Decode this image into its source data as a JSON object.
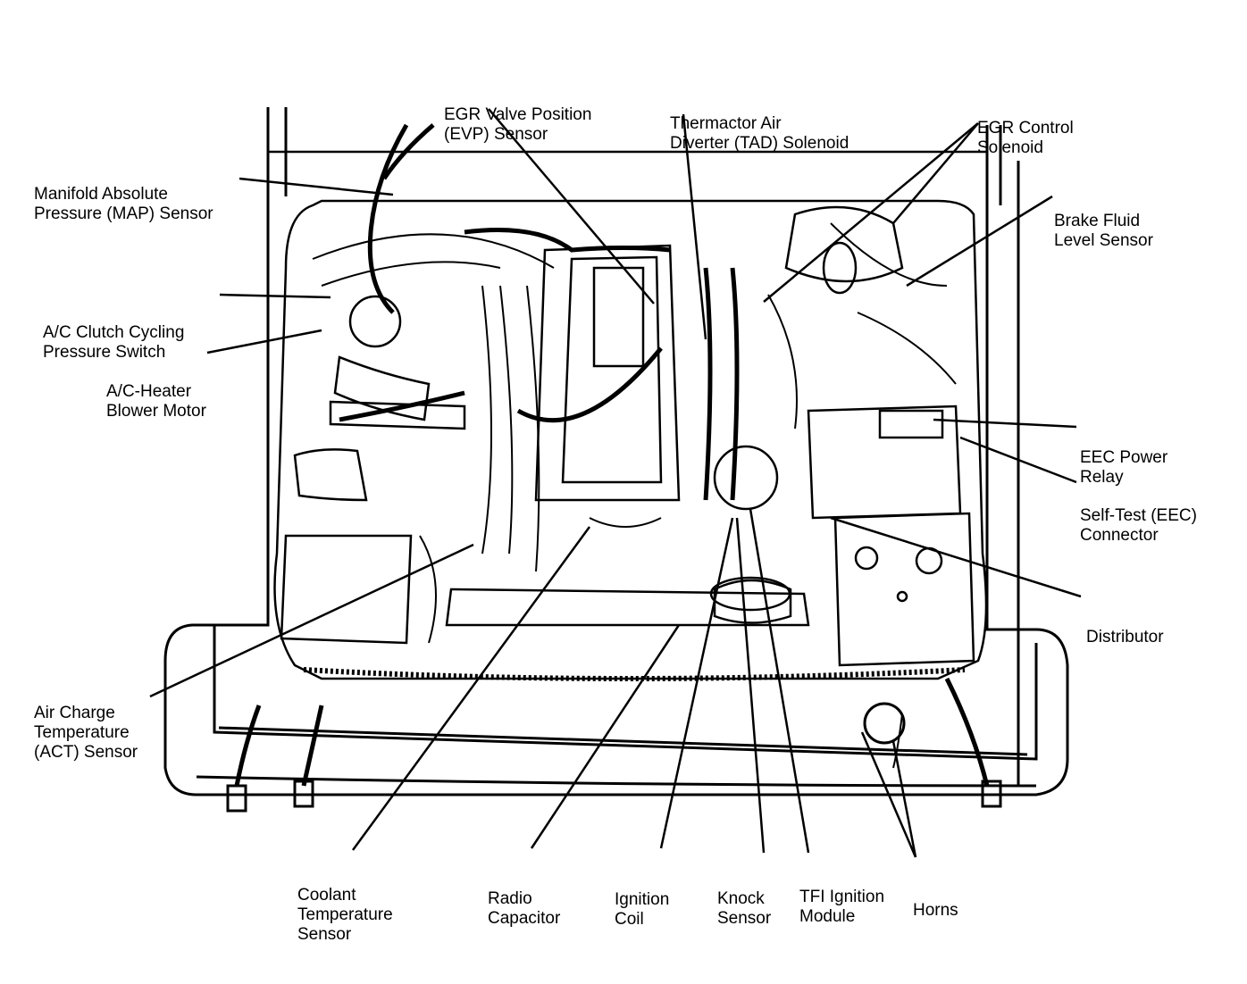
{
  "labels": {
    "map_sensor": [
      "Manifold Absolute",
      "Pressure (MAP) Sensor"
    ],
    "evp_sensor": [
      "EGR Valve Position",
      "(EVP) Sensor"
    ],
    "tad_solenoid": [
      "Thermactor Air",
      "Diverter (TAD) Solenoid"
    ],
    "egr_control": [
      "EGR Control",
      "Solenoid"
    ],
    "brake_fluid": [
      "Brake Fluid",
      "Level Sensor"
    ],
    "ac_clutch": [
      "A/C Clutch Cycling",
      "Pressure Switch"
    ],
    "ac_heater": [
      "A/C-Heater",
      "Blower Motor"
    ],
    "eec_relay": [
      "EEC Power",
      "Relay"
    ],
    "self_test": [
      "Self-Test (EEC)",
      "Connector"
    ],
    "distributor": [
      "Distributor"
    ],
    "act_sensor": [
      "Air Charge",
      "Temperature",
      "(ACT) Sensor"
    ],
    "coolant_sensor": [
      "Coolant",
      "Temperature",
      "Sensor"
    ],
    "radio_capacitor": [
      "Radio",
      "Capacitor"
    ],
    "ignition_coil": [
      "Ignition",
      "Coil"
    ],
    "knock_sensor": [
      "Knock",
      "Sensor"
    ],
    "tfi_module": [
      "TFI Ignition",
      "Module"
    ],
    "horns": [
      "Horns"
    ]
  }
}
